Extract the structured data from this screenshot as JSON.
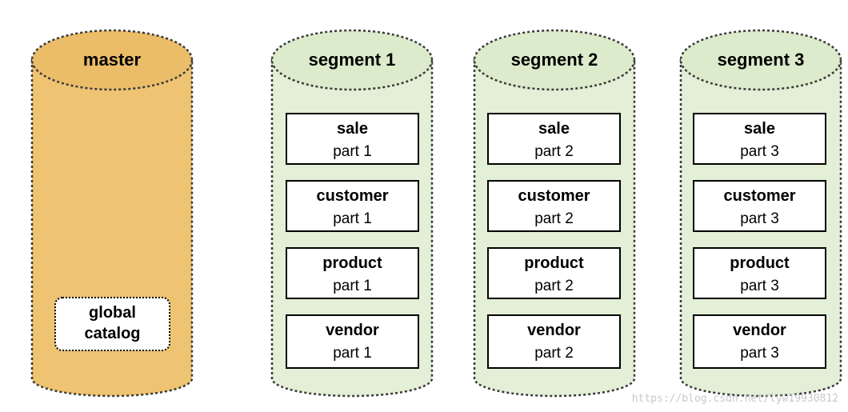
{
  "colors": {
    "master_fill": "#eec372",
    "master_top": "#ebbd69",
    "segment_fill": "#e3efd6",
    "segment_top": "#dcebcb",
    "outline": "#3a3a3a",
    "table_border": "#000000",
    "table_fill": "#ffffff"
  },
  "master": {
    "label": "master",
    "catalog_line1": "global",
    "catalog_line2": "catalog"
  },
  "segments": [
    {
      "label": "segment 1",
      "tables": [
        {
          "name": "sale",
          "part": "part 1"
        },
        {
          "name": "customer",
          "part": "part 1"
        },
        {
          "name": "product",
          "part": "part 1"
        },
        {
          "name": "vendor",
          "part": "part 1"
        }
      ]
    },
    {
      "label": "segment 2",
      "tables": [
        {
          "name": "sale",
          "part": "part 2"
        },
        {
          "name": "customer",
          "part": "part 2"
        },
        {
          "name": "product",
          "part": "part 2"
        },
        {
          "name": "vendor",
          "part": "part 2"
        }
      ]
    },
    {
      "label": "segment 3",
      "tables": [
        {
          "name": "sale",
          "part": "part 3"
        },
        {
          "name": "customer",
          "part": "part 3"
        },
        {
          "name": "product",
          "part": "part 3"
        },
        {
          "name": "vendor",
          "part": "part 3"
        }
      ]
    }
  ],
  "watermark": "https://blog.csdn.net/lyw19930812"
}
